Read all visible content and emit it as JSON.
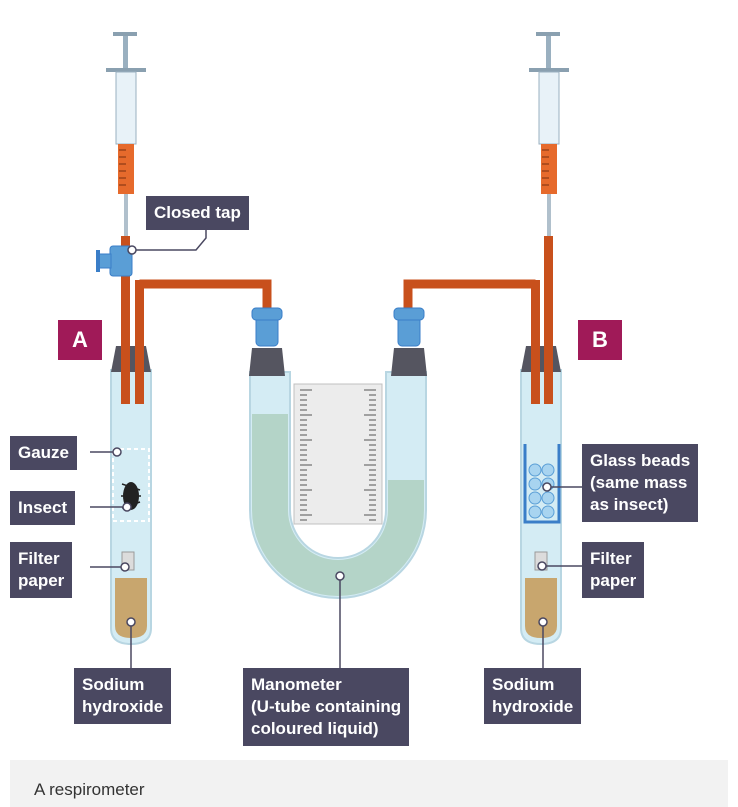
{
  "tags": {
    "a": "A",
    "b": "B"
  },
  "labels": {
    "closed_tap": "Closed tap",
    "gauze": "Gauze",
    "insect": "Insect",
    "filter_paper_a": "Filter\npaper",
    "sodium_hydroxide_a": "Sodium\nhydroxide",
    "manometer": "Manometer\n(U-tube containing\ncoloured liquid)",
    "sodium_hydroxide_b": "Sodium\nhydroxide",
    "glass_beads": "Glass beads\n(same mass\nas insect)",
    "filter_paper_b": "Filter\npaper"
  },
  "caption": "A respirometer",
  "colors": {
    "label_bg": "#4a4861",
    "tag_bg": "#a01a58",
    "tube_pipe": "#c8501c",
    "liquid": "#b4d4c8",
    "sodium_hydroxide": "#c8a66e",
    "glass": "#d4ecf4",
    "connector": "#5a9ed6"
  }
}
